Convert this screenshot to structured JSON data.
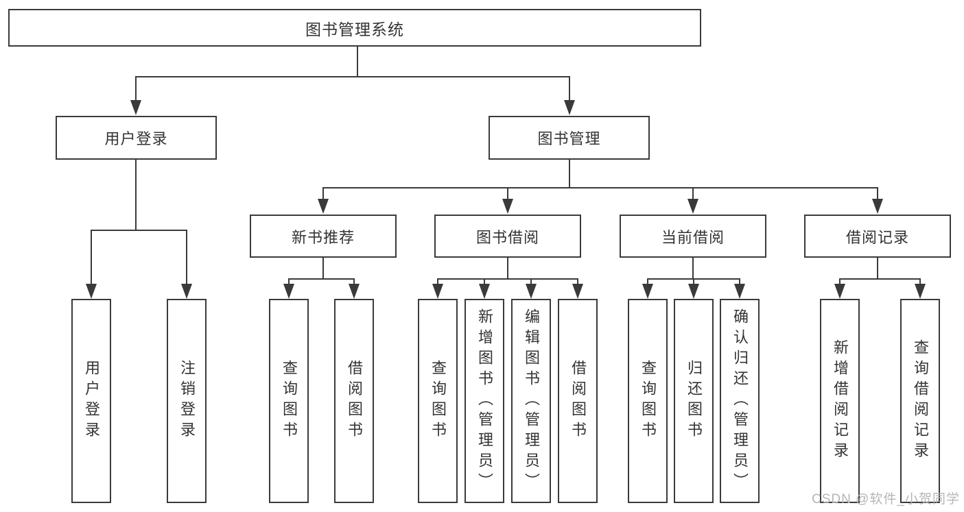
{
  "diagram": {
    "root": {
      "label": "图书管理系统"
    },
    "level2": [
      {
        "label": "用户登录"
      },
      {
        "label": "图书管理"
      }
    ],
    "level3": [
      {
        "label": "新书推荐"
      },
      {
        "label": "图书借阅"
      },
      {
        "label": "当前借阅"
      },
      {
        "label": "借阅记录"
      }
    ],
    "leaves": {
      "user_login": [
        "用户登录",
        "注销登录"
      ],
      "new_books": [
        "查询图书",
        "借阅图书"
      ],
      "borrow": [
        "查询图书",
        "新增图书（管理员）",
        "编辑图书（管理员）",
        "借阅图书"
      ],
      "current": [
        "查询图书",
        "归还图书",
        "确认归还（管理员）"
      ],
      "records": [
        "新增借阅记录",
        "查询借阅记录"
      ]
    }
  },
  "watermark": {
    "text": "CSDN @软件_小贺同学"
  },
  "colors": {
    "line": "#3a3a3a",
    "text": "#333333",
    "background": "#ffffff",
    "watermark": "#b5b5b5"
  }
}
